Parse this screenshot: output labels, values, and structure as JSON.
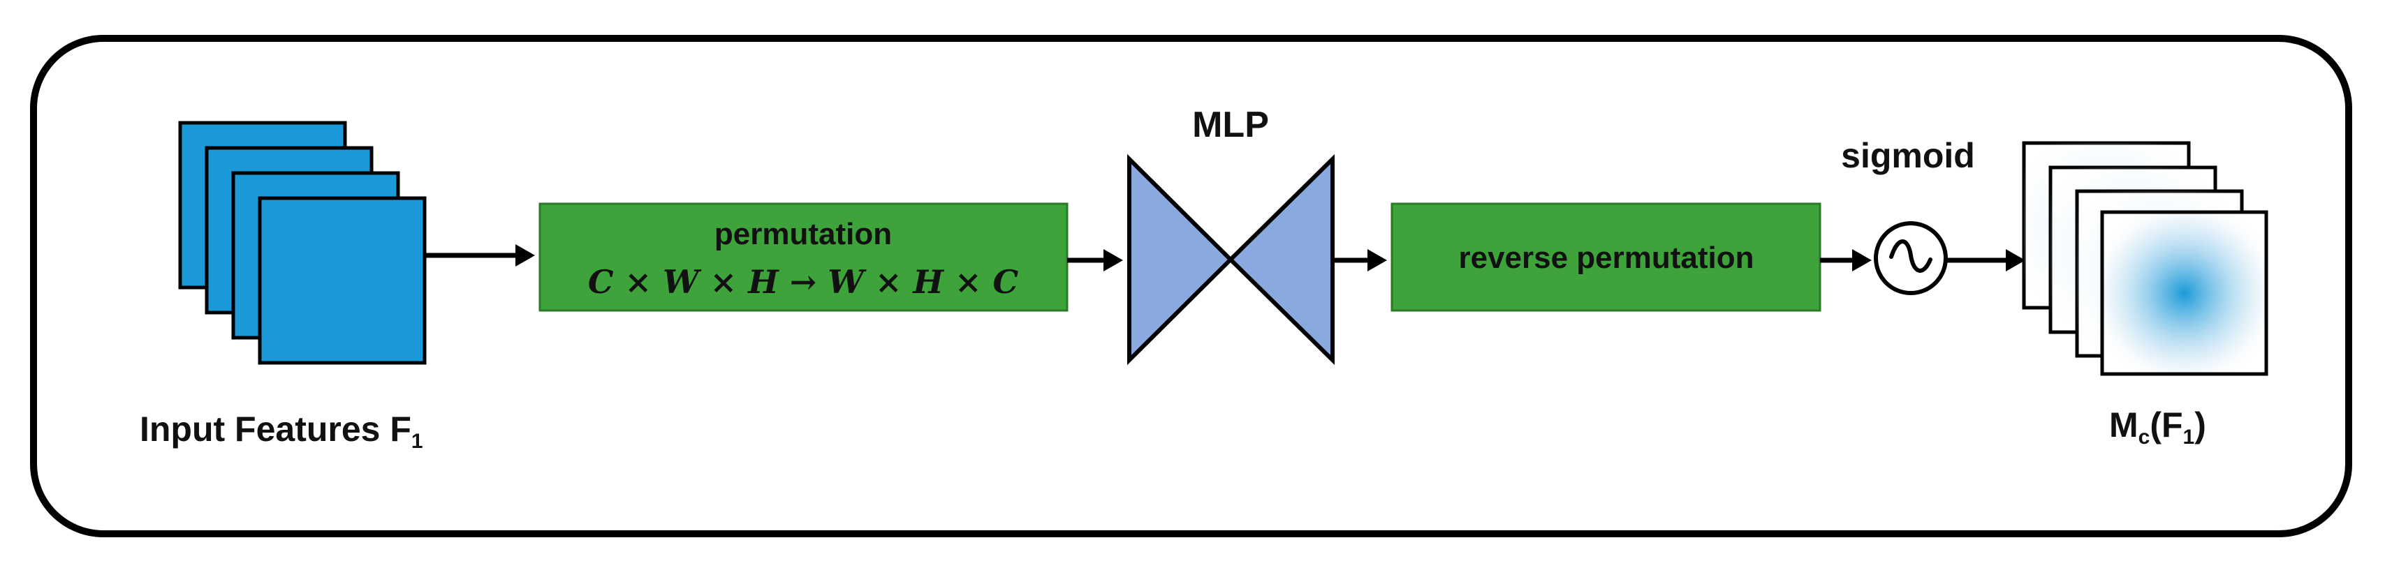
{
  "diagram": {
    "input": {
      "label": "Input Features F",
      "subscript": "1"
    },
    "permutation": {
      "title": "permutation",
      "formula": "C × W × H → W × H × C"
    },
    "mlp": {
      "label": "MLP"
    },
    "reverse": {
      "label": "reverse permutation"
    },
    "sigmoid": {
      "label": "sigmoid"
    },
    "output": {
      "label_main": "M",
      "label_sub_c": "c",
      "label_open": "(F",
      "label_sub_1": "1",
      "label_close": ")"
    },
    "colors": {
      "feature_blue": "#1a9ad8",
      "block_green": "#3da33a",
      "mlp_blue": "#8aa9de",
      "heat_center": "#1a9ad8",
      "outline": "#000000"
    }
  }
}
